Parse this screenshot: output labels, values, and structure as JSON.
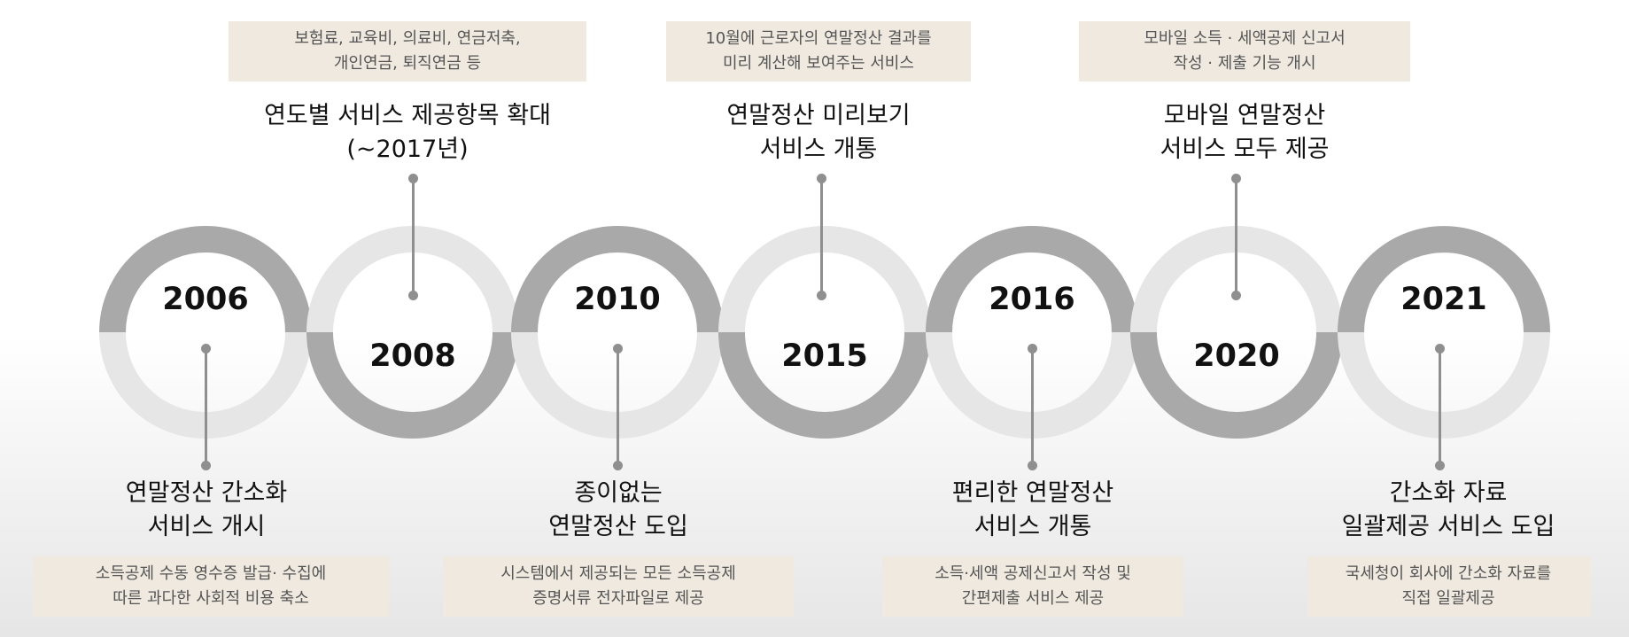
{
  "colors": {
    "ring_dark": "#a9a9a9",
    "ring_light": "#e6e6e6",
    "stem": "#8f8f8f",
    "box_bg": "#efe9df"
  },
  "milestones": [
    {
      "year": "2006",
      "title_line1": "연말정산 간소화",
      "title_line2": "서비스 개시",
      "desc_line1": "소득공제 수동 영수증 발급·  수집에",
      "desc_line2": "따른 과다한 사회적 비용 축소"
    },
    {
      "year": "2008",
      "title_line1": "연도별 서비스 제공항목 확대",
      "title_line2": "(~2017년)",
      "desc_line1": "보험료, 교육비, 의료비, 연금저축,",
      "desc_line2": "개인연금, 퇴직연금 등"
    },
    {
      "year": "2010",
      "title_line1": "종이없는",
      "title_line2": "연말정산 도입",
      "desc_line1": "시스템에서 제공되는 모든 소득공제",
      "desc_line2": "증명서류 전자파일로 제공"
    },
    {
      "year": "2015",
      "title_line1": "연말정산 미리보기",
      "title_line2": "서비스 개통",
      "desc_line1": "10월에 근로자의 연말정산 결과를",
      "desc_line2": "미리 계산해 보여주는 서비스"
    },
    {
      "year": "2016",
      "title_line1": "편리한 연말정산",
      "title_line2": "서비스 개통",
      "desc_line1": "소득·세액 공제신고서 작성 및",
      "desc_line2": "간편제출 서비스 제공"
    },
    {
      "year": "2020",
      "title_line1": "모바일 연말정산",
      "title_line2": "서비스 모두 제공",
      "desc_line1": "모바일 소득 · 세액공제 신고서",
      "desc_line2": "작성 · 제출 기능 개시"
    },
    {
      "year": "2021",
      "title_line1": "간소화 자료",
      "title_line2": "일괄제공 서비스 도입",
      "desc_line1": "국세청이 회사에 간소화 자료를",
      "desc_line2": "직접 일괄제공"
    }
  ]
}
